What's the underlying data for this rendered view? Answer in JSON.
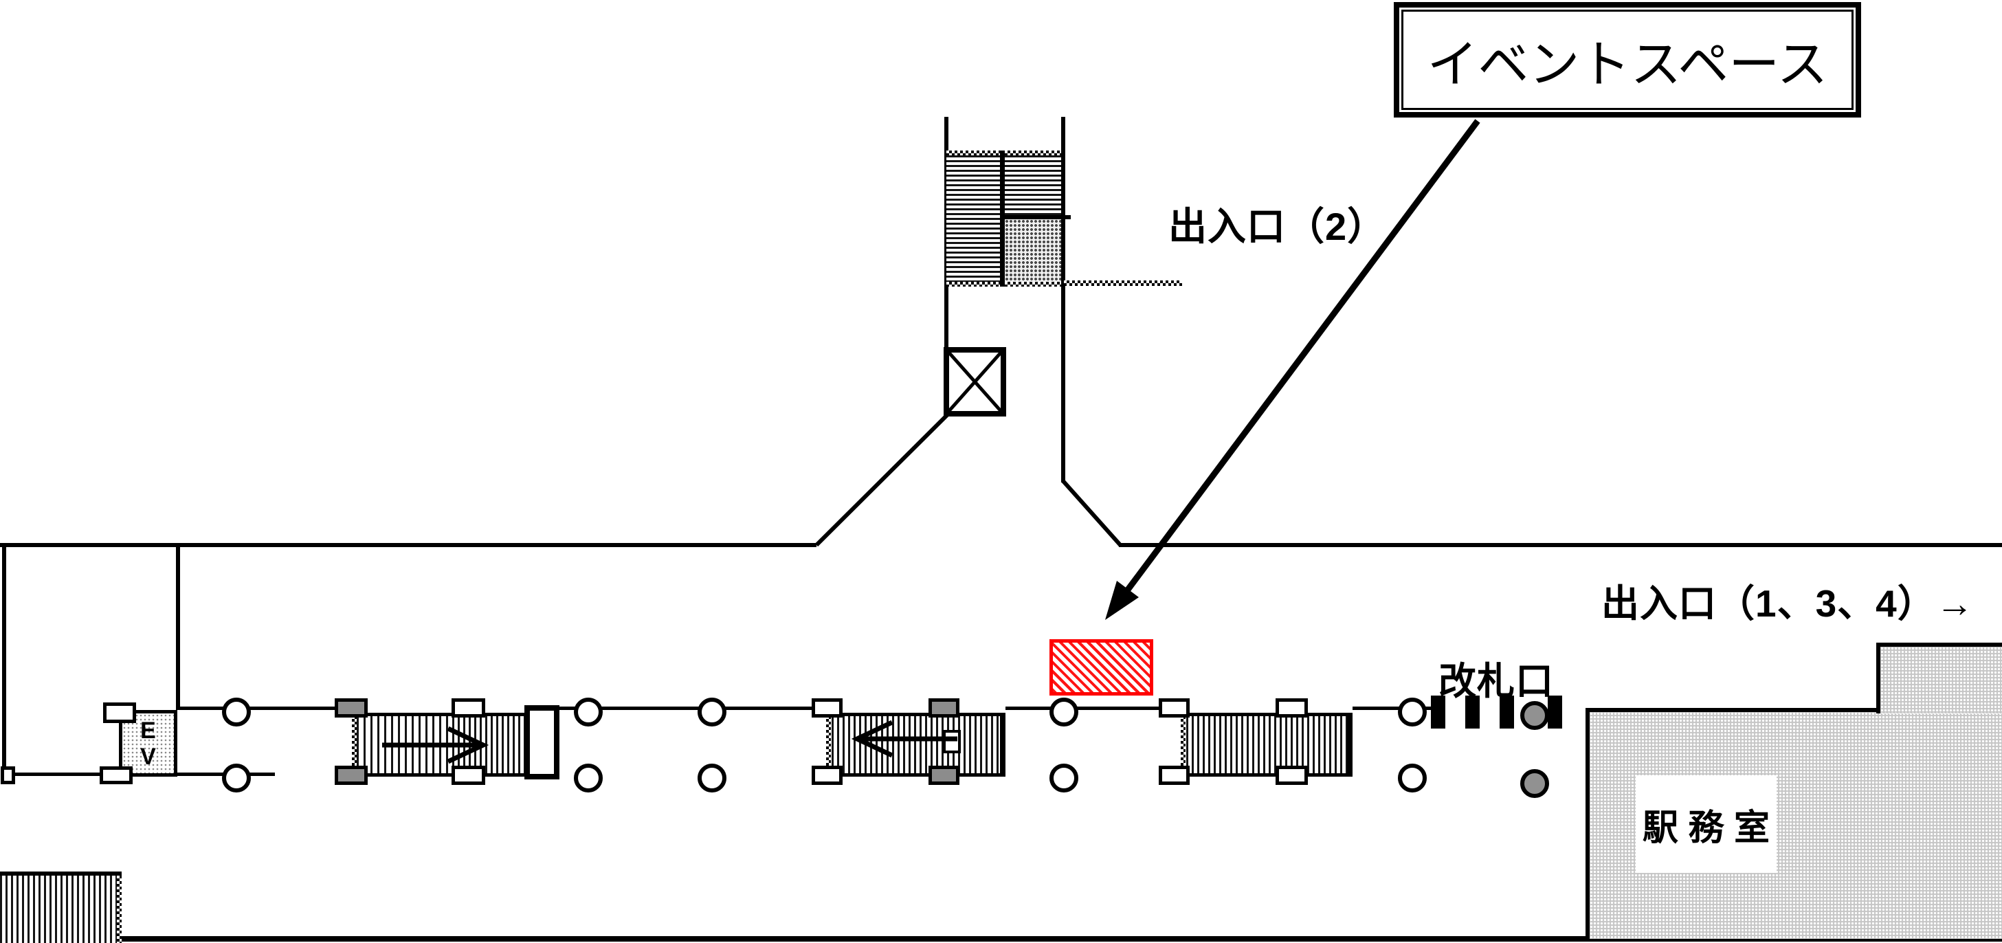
{
  "page": {
    "title": "station-concourse-floor-plan",
    "background": "#ffffff"
  },
  "callout": {
    "label": "イベントスペース"
  },
  "labels": {
    "exit2": "出入口（2）",
    "exits134": "出入口（1、3、4）→",
    "ticket_gates": "改札口",
    "station_office": "駅 務 室"
  },
  "elevator": {
    "line1": "E",
    "line2": "V"
  },
  "icons": {
    "event_space_pointer": "↙",
    "escalator_right_arrow": "→",
    "escalator_left_arrow": "←",
    "exit_direction_arrow": "→"
  },
  "colors": {
    "wall": "#000000",
    "event_space_accent": "#FF0000",
    "landing_gray": "#8C8C8C",
    "pillar_gray": "#919191",
    "building_gray": "#C7C7C7"
  }
}
